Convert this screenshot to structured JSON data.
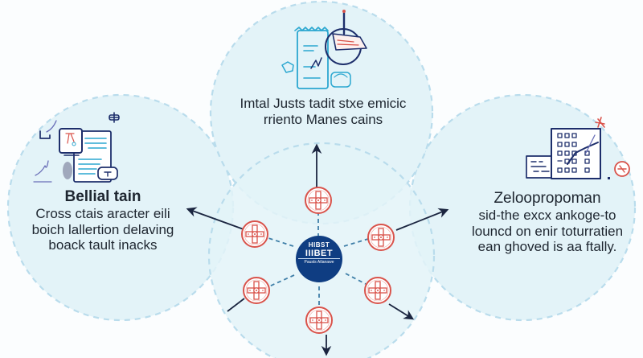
{
  "diagram": {
    "colors": {
      "circle_fill": "#e3f3f8",
      "circle_border": "#b9dcec",
      "hub": "#0f3d82",
      "node_red": "#d9534b",
      "arrow": "#1b2540",
      "spoke": "#3f7fa8",
      "icon_cyan": "#2ba7d0",
      "icon_navy": "#1d2e6b"
    },
    "sections": {
      "top": {
        "lines": [
          "Imtal Justs tadit stxe emicic",
          "rriento Manes cains"
        ],
        "icon": "document-checklist-icon"
      },
      "left": {
        "title": "Bellial tain",
        "lines": [
          "Cross ctais aracter eili",
          "boich lallertion delaving",
          "boack tault inacks"
        ],
        "icon": "document-chart-icon"
      },
      "right": {
        "title": "Zeloopropoman",
        "lines": [
          "sid-the excx ankoge-to",
          "louncd on enir toturratien",
          "ean ghoved is aa ftally."
        ],
        "icon": "building-growth-icon"
      }
    },
    "hub": {
      "line1": "HIBST",
      "line2": "IIIBET",
      "line3": "Pausts Atlanawe"
    },
    "nodes": [
      {
        "name": "node-top",
        "icon": "cross-emblem-icon"
      },
      {
        "name": "node-upper-left",
        "icon": "cross-emblem-icon"
      },
      {
        "name": "node-upper-right",
        "icon": "cross-emblem-icon"
      },
      {
        "name": "node-lower-left",
        "icon": "cross-emblem-icon"
      },
      {
        "name": "node-lower-right",
        "icon": "cross-emblem-icon"
      },
      {
        "name": "node-bottom",
        "icon": "cross-emblem-icon"
      }
    ],
    "arrows": [
      {
        "name": "arrow-up",
        "direction": "up"
      },
      {
        "name": "arrow-left",
        "direction": "up-left"
      },
      {
        "name": "arrow-right",
        "direction": "up-right"
      },
      {
        "name": "arrow-down-left",
        "direction": "down-left"
      },
      {
        "name": "arrow-down-right",
        "direction": "down-right"
      },
      {
        "name": "arrow-down",
        "direction": "down"
      }
    ]
  }
}
